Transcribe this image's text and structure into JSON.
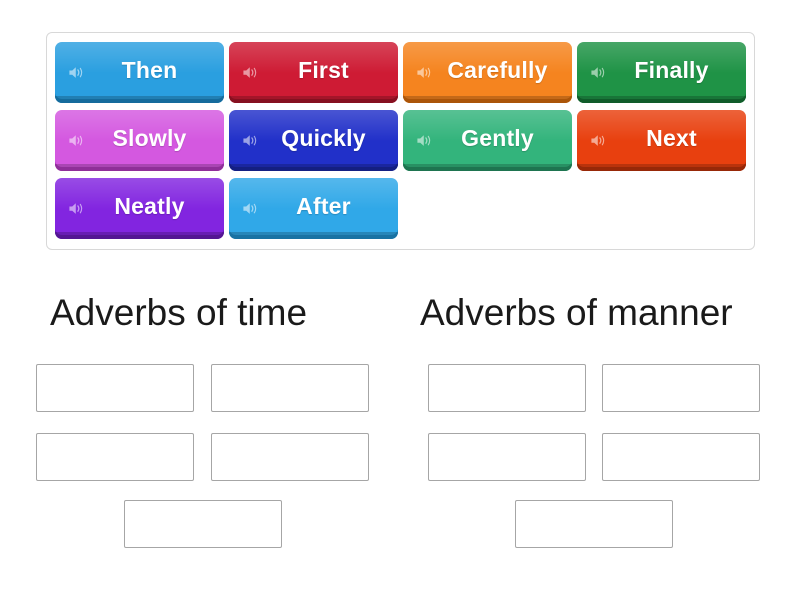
{
  "activity": {
    "type": "group-sort",
    "icon_name": "speaker-icon"
  },
  "word_bank": {
    "tiles": [
      {
        "label": "Then",
        "color": "#2a9fe0",
        "bottom": "#1b86c4"
      },
      {
        "label": "First",
        "color": "#ce1b34",
        "bottom": "#a81529"
      },
      {
        "label": "Carefully",
        "color": "#f5841f",
        "bottom": "#d66b0c"
      },
      {
        "label": "Finally",
        "color": "#1f9346",
        "bottom": "#147335"
      },
      {
        "label": "Slowly",
        "color": "#d458e0",
        "bottom": "#b33bc0"
      },
      {
        "label": "Quickly",
        "color": "#2130c9",
        "bottom": "#1a27a3"
      },
      {
        "label": "Gently",
        "color": "#33b47c",
        "bottom": "#269264"
      },
      {
        "label": "Next",
        "color": "#e8400f",
        "bottom": "#bd320a"
      },
      {
        "label": "Neatly",
        "color": "#8225e0",
        "bottom": "#691cb8"
      },
      {
        "label": "After",
        "color": "#30a8e8",
        "bottom": "#1f8fcc"
      }
    ]
  },
  "categories": [
    {
      "title": "Adverbs of time",
      "slot_count": 5
    },
    {
      "title": "Adverbs of manner",
      "slot_count": 5
    }
  ],
  "colors": {
    "page_background": "#ffffff",
    "bank_border": "#d8d8d8",
    "slot_border": "#a6a6a6",
    "heading_text": "#1a1a1a",
    "tile_text": "#ffffff"
  }
}
